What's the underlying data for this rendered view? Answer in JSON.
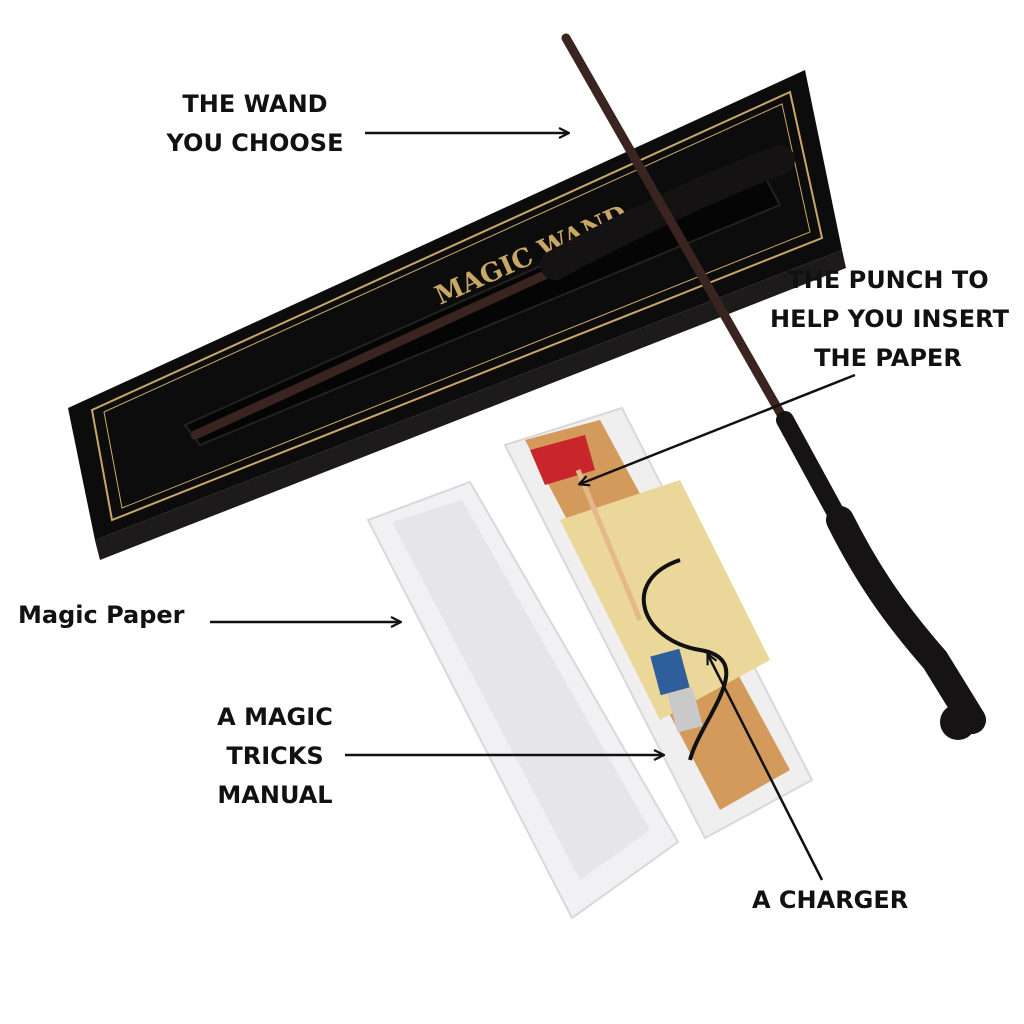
{
  "labels": {
    "wand": [
      "THE WAND",
      "YOU CHOOSE"
    ],
    "punch": [
      "THE PUNCH TO",
      "HELP YOU INSERT",
      "THE PAPER"
    ],
    "paper": "Magic Paper",
    "manual": [
      "A MAGIC",
      "TRICKS",
      "MANUAL"
    ],
    "charger": "A CHARGER"
  },
  "box_text": "MAGIC WAND",
  "colors": {
    "box": "#0d0c0c",
    "gold": "#c9a866",
    "wand": "#3a2420",
    "handle": "#151313",
    "arrow": "#111111"
  }
}
